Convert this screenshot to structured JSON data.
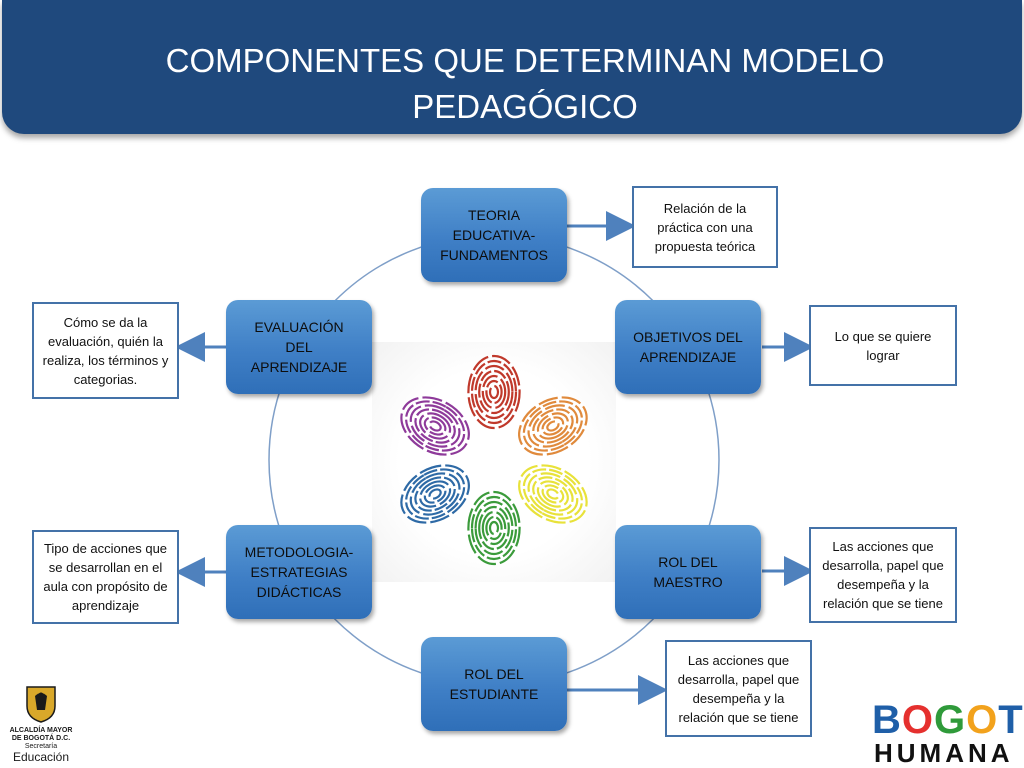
{
  "title": "COMPONENTES QUE DETERMINAN MODELO PEDAGÓGICO",
  "nodes": {
    "teoria": [
      "TEORIA",
      "EDUCATIVA-",
      "FUNDAMENTOS"
    ],
    "objetivos": [
      "OBJETIVOS DEL",
      "APRENDIZAJE"
    ],
    "rol_maestro": [
      "ROL DEL",
      "MAESTRO"
    ],
    "rol_estudiante": [
      "ROL DEL",
      "ESTUDIANTE"
    ],
    "metodologia": [
      "METODOLOGIA-",
      "ESTRATEGIAS",
      "DIDÁCTICAS"
    ],
    "evaluacion": [
      "EVALUACIÓN",
      "DEL",
      "APRENDIZAJE"
    ]
  },
  "notes": {
    "teoria": "Relación de la práctica con una propuesta teórica",
    "objetivos": "Lo que se quiere lograr",
    "rol_maestro": "Las acciones que desarrolla, papel que desempeña y la relación que se tiene",
    "rol_estudiante": "Las acciones que desarrolla, papel que desempeña y la relación que se tiene",
    "metodologia": "Tipo de acciones que se desarrollan en el aula con propósito de aprendizaje",
    "evaluacion": "Cómo se da la evaluación, quién la realiza, los términos y categorias."
  },
  "footer": {
    "crest_line1": "ALCALDÍA MAYOR",
    "crest_line2": "DE BOGOTÁ D.C.",
    "crest_line3": "Secretaría",
    "crest_line4": "Educación",
    "brand_top": "BOGOTÁ",
    "brand_bottom": "HUMANA"
  },
  "colors": {
    "header": "#1f497d",
    "bubble": "#4a8bd0",
    "arrow": "#4f81bd",
    "circle": "#7f9fc8",
    "fingerprints": [
      "#c0392b",
      "#e08a3c",
      "#e8e23a",
      "#3b9b3b",
      "#2e6aa6",
      "#8e3a9a"
    ]
  }
}
